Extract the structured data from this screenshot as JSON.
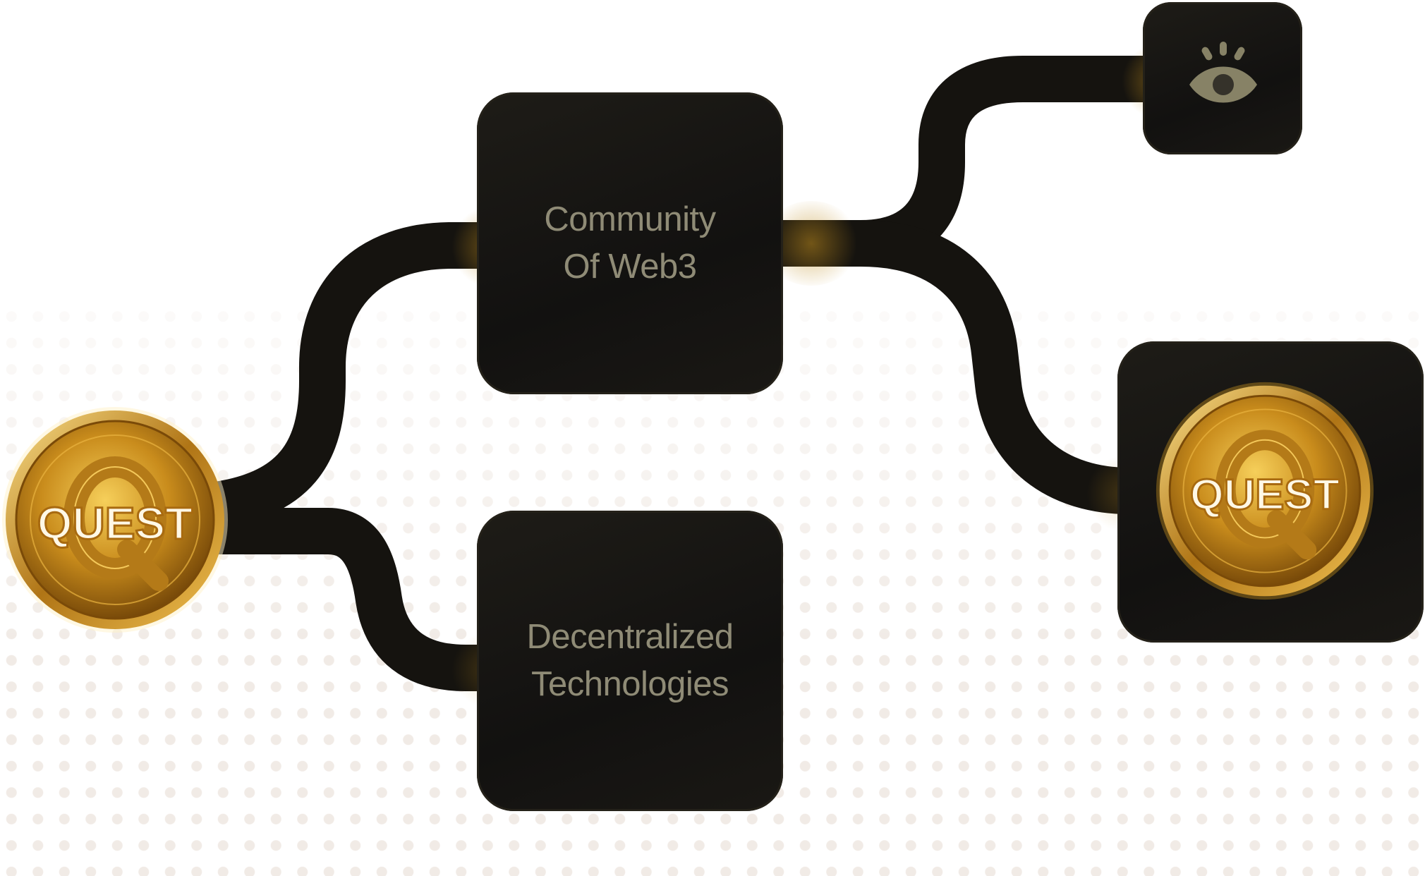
{
  "nodes": {
    "source_coin": {
      "logo_text": "QUEST"
    },
    "community": {
      "line1": "Community",
      "line2": "Of Web3"
    },
    "decentralized": {
      "line1": "Decentralized",
      "line2": "Technologies"
    },
    "vision": {
      "icon": "eye-icon"
    },
    "target_coin": {
      "logo_text": "QUEST"
    }
  },
  "colors": {
    "track": "#15130f",
    "box": "#151411",
    "label": "#8f8b76",
    "glow": "#be8c1e",
    "gold": "#d9a42a",
    "icon": "#878266"
  }
}
